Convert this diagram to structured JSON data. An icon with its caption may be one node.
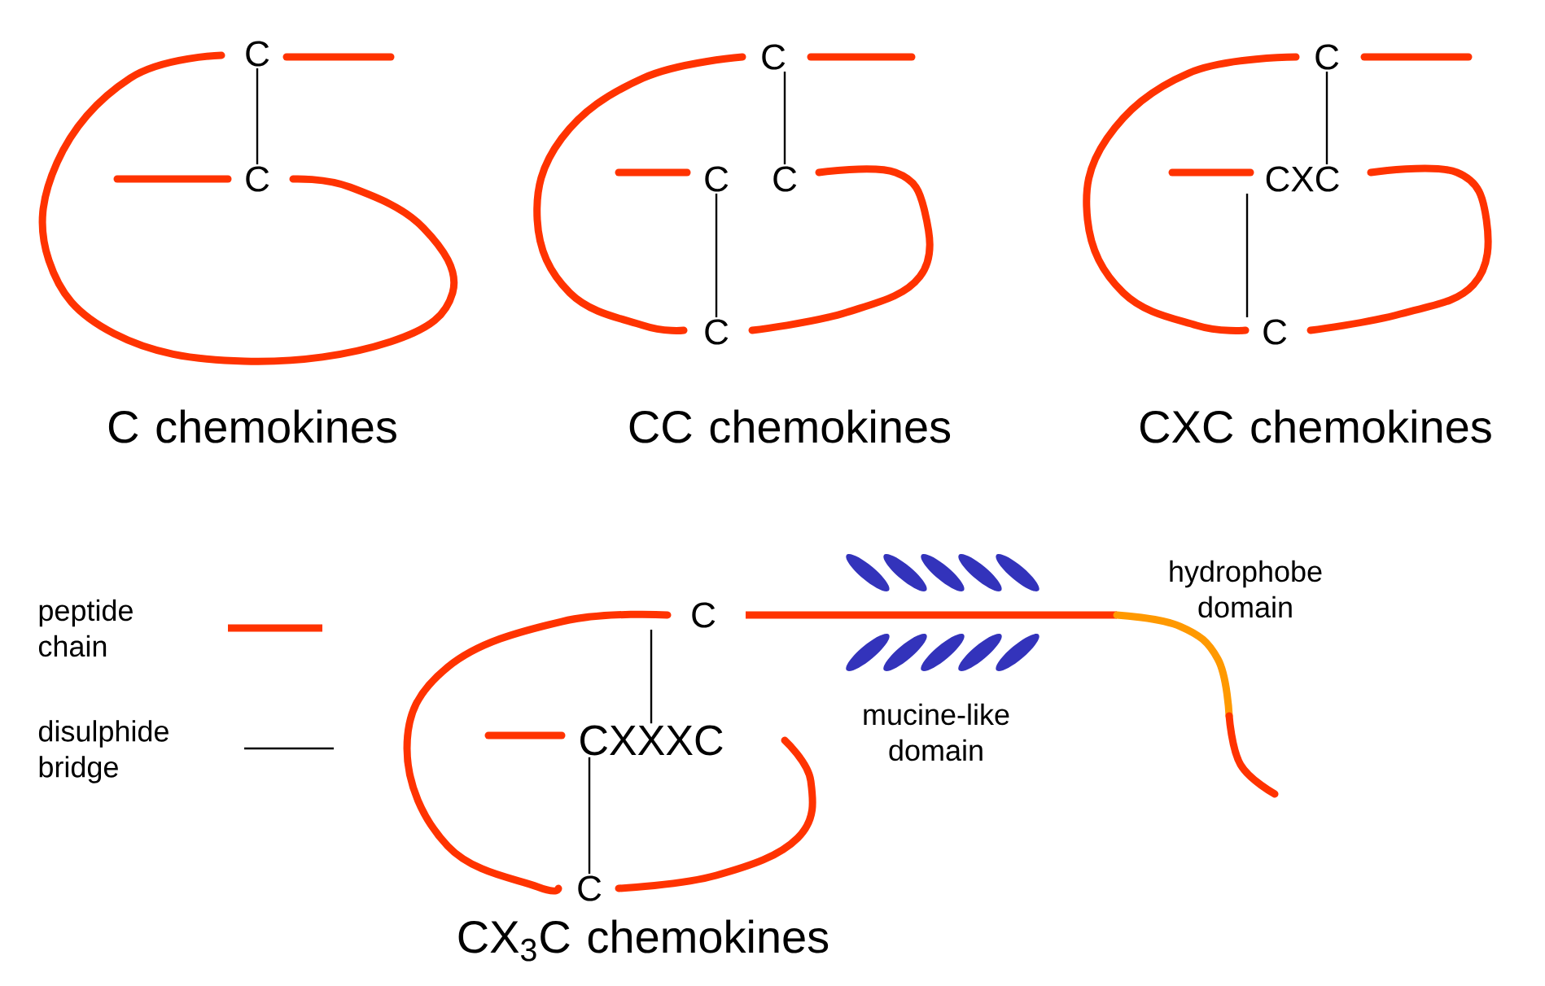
{
  "diagram": {
    "nodes": [
      {
        "text": [
          "C"
        ]
      },
      {
        "text": [
          "C"
        ]
      },
      {
        "text": [
          "C"
        ]
      },
      {
        "text": [
          "C"
        ]
      },
      {
        "text": [
          "C"
        ]
      },
      {
        "text": [
          "C"
        ]
      },
      {
        "text": [
          "C"
        ]
      },
      {
        "text": [
          "CXC"
        ]
      },
      {
        "text": [
          "C"
        ]
      },
      {
        "text": [
          "C"
        ]
      },
      {
        "text": [
          "CXXXC"
        ]
      },
      {
        "text": [
          "C"
        ]
      }
    ],
    "edges": [
      {
        "from": 0,
        "to": 1,
        "arrow": "none"
      },
      {
        "from": 2,
        "to": 4,
        "arrow": "none"
      },
      {
        "from": 3,
        "to": 5,
        "arrow": "none"
      },
      {
        "from": 6,
        "to": 7,
        "arrow": "none"
      },
      {
        "from": 7,
        "to": 8,
        "arrow": "none"
      },
      {
        "from": 9,
        "to": 10,
        "arrow": "none"
      },
      {
        "from": 10,
        "to": 11,
        "arrow": "none"
      }
    ],
    "labels": [
      "C chemokines",
      "CC chemokines",
      "CXC chemokines",
      "hydrophobe domain",
      "mucine-like domain",
      "CX$_{3}$C chemokines"
    ],
    "legend": [
      {
        "text": "peptide chain"
      },
      {
        "text": "disulphide bridge"
      }
    ]
  }
}
